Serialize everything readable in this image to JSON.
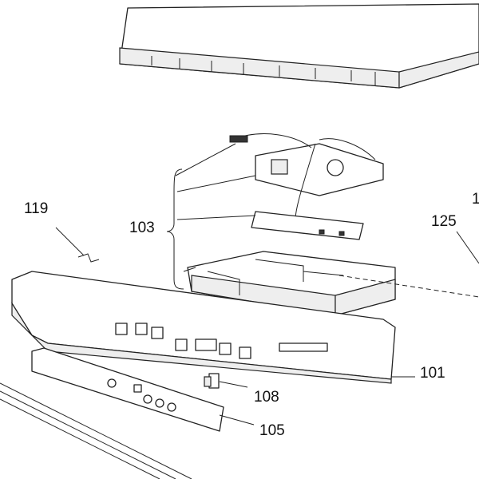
{
  "diagram": {
    "callouts": [
      {
        "id": "119",
        "text": "119"
      },
      {
        "id": "103",
        "text": "103"
      },
      {
        "id": "cut",
        "text": "1"
      },
      {
        "id": "125",
        "text": "125"
      },
      {
        "id": "101",
        "text": "101"
      },
      {
        "id": "108",
        "text": "108"
      },
      {
        "id": "105",
        "text": "105"
      }
    ]
  }
}
